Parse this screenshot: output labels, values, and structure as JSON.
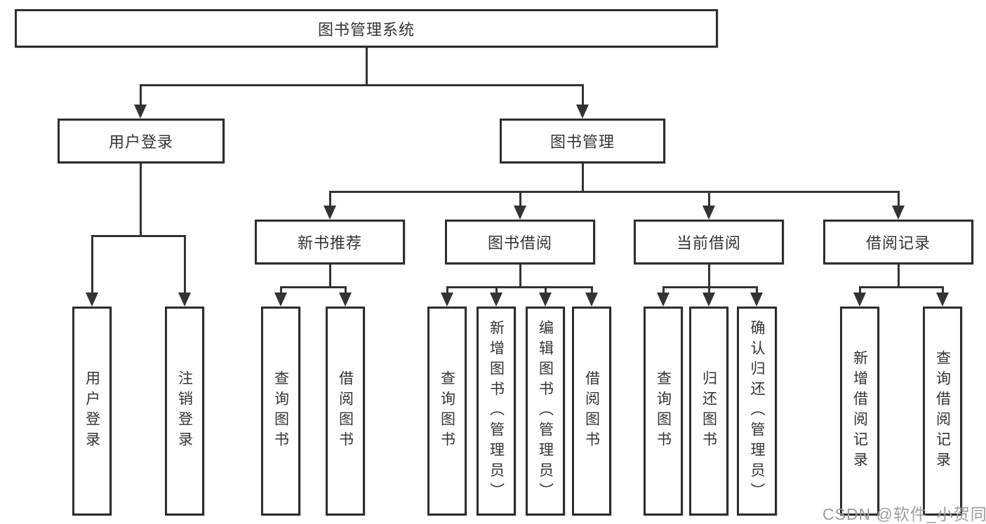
{
  "diagram": {
    "root": {
      "label": "图书管理系统"
    },
    "level2": [
      {
        "label": "用户登录"
      },
      {
        "label": "图书管理"
      }
    ],
    "level3": [
      {
        "label": "新书推荐"
      },
      {
        "label": "图书借阅"
      },
      {
        "label": "当前借阅"
      },
      {
        "label": "借阅记录"
      }
    ],
    "leaves": [
      {
        "label": "用户登录"
      },
      {
        "label": "注销登录"
      },
      {
        "label": "查询图书"
      },
      {
        "label": "借阅图书"
      },
      {
        "label": "查询图书"
      },
      {
        "label": "新增图书（管理员）"
      },
      {
        "label": "编辑图书（管理员）"
      },
      {
        "label": "借阅图书"
      },
      {
        "label": "查询图书"
      },
      {
        "label": "归还图书"
      },
      {
        "label": "确认归还（管理员）"
      },
      {
        "label": "新增借阅记录"
      },
      {
        "label": "查询借阅记录"
      }
    ]
  },
  "watermark": {
    "text": "CSDN @软件_小贺同学"
  },
  "colors": {
    "line": "#333333",
    "box_border": "#2d2d2d",
    "box_fill": "#ffffff",
    "text": "#333333",
    "watermark": "#9c9c9c",
    "background": "#ffffff"
  }
}
